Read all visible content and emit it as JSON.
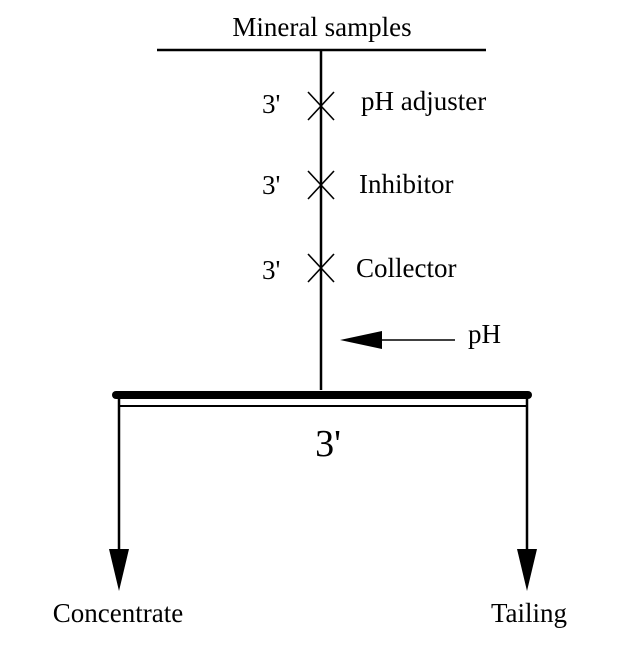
{
  "diagram": {
    "title": "Mineral samples",
    "stages": [
      {
        "time": "3'",
        "reagent": "pH adjuster"
      },
      {
        "time": "3'",
        "reagent": "Inhibitor"
      },
      {
        "time": "3'",
        "reagent": "Collector"
      }
    ],
    "ph_label": "pH",
    "flotation_time": "3'",
    "outputs": {
      "left": "Concentrate",
      "right": "Tailing"
    }
  }
}
